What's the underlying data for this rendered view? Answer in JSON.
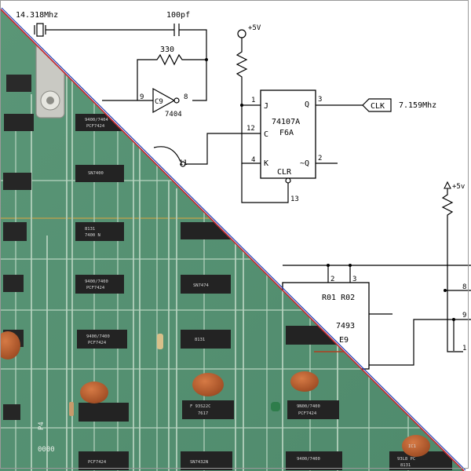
{
  "schematic": {
    "crystal_label": "14.318Mhz",
    "capacitor_label": "100pf",
    "resistor_label": "330",
    "inverter_pin_in": "9",
    "inverter_pin_out": "8",
    "inverter_name": "C9",
    "inverter_part": "7404",
    "inverter_second_pin": "11",
    "vcc_label_top": "+5V",
    "flipflop": {
      "part": "74107A",
      "ref": "F6A",
      "j": "J",
      "c": "C",
      "k": "K",
      "q": "Q",
      "qbar": "~Q",
      "clr": "CLR",
      "pin_j": "1",
      "pin_c": "12",
      "pin_k": "4",
      "pin_q": "3",
      "pin_qbar": "2",
      "pin_clr": "13"
    },
    "clk_tag": "CLK",
    "clk_freq": "7.159Mhz",
    "vcc_label_right": "+5v",
    "counter": {
      "pins_top_a": "2",
      "pins_top_b": "3",
      "resets": "R01 R02",
      "part": "7493",
      "ref": "E9",
      "pin_right_a": "8",
      "pin_right_b": "9",
      "pin_right_c": "1"
    }
  },
  "board": {
    "ic_labels": [
      "9400/7404",
      "PCF7424",
      "SN7400",
      "8131",
      "7400 N",
      "9400/7400",
      "PCF7424",
      "SN7474",
      "9400/7400",
      "PCF7424",
      "8131",
      "9N00/7400",
      "PCF7424",
      "F 93S22C",
      "7617",
      "9400/7400",
      "PCF7424",
      "93L8 PC",
      "8131",
      "SN7432N",
      "IC1"
    ],
    "silk_ref": "P4",
    "silk_numbers": "0000"
  },
  "colors": {
    "pcb_green": "#5f9a78",
    "divider_red": "#c0222b",
    "divider_blue": "#1f3fb4"
  }
}
